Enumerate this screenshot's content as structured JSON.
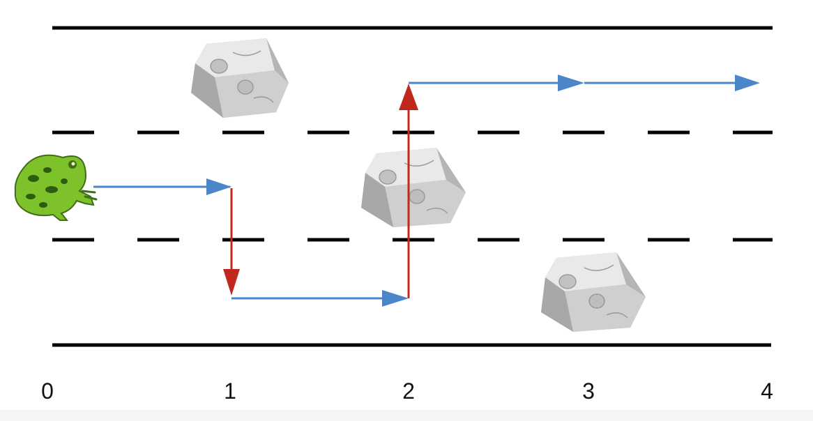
{
  "diagram": {
    "lane_count": 3,
    "positions": [
      "0",
      "1",
      "2",
      "3",
      "4"
    ],
    "frog": {
      "icon": "frog-icon",
      "position": 0,
      "lane": 1
    },
    "stones": [
      {
        "icon": "stone-icon",
        "position": 1,
        "lane": 0
      },
      {
        "icon": "stone-icon",
        "position": 2,
        "lane": 1
      },
      {
        "icon": "stone-icon",
        "position": 3,
        "lane": 2
      }
    ],
    "moves": [
      {
        "type": "forward",
        "from": 0,
        "to": 1,
        "lane": 1
      },
      {
        "type": "side-jump",
        "at": 1,
        "from_lane": 1,
        "to_lane": 2
      },
      {
        "type": "forward",
        "from": 1,
        "to": 2,
        "lane": 2
      },
      {
        "type": "side-jump",
        "at": 2,
        "from_lane": 2,
        "to_lane": 0
      },
      {
        "type": "forward",
        "from": 2,
        "to": 3,
        "lane": 0
      },
      {
        "type": "forward",
        "from": 3,
        "to": 4,
        "lane": 0
      }
    ],
    "colors": {
      "road_line": "#000000",
      "forward_arrow": "#4a86c8",
      "side_jump_arrow": "#c0281e",
      "frog_body": "#7dc22a",
      "frog_spots": "#2e5a12",
      "stone": "#d6d6d6",
      "stone_shadow": "#9a9a9a"
    }
  }
}
